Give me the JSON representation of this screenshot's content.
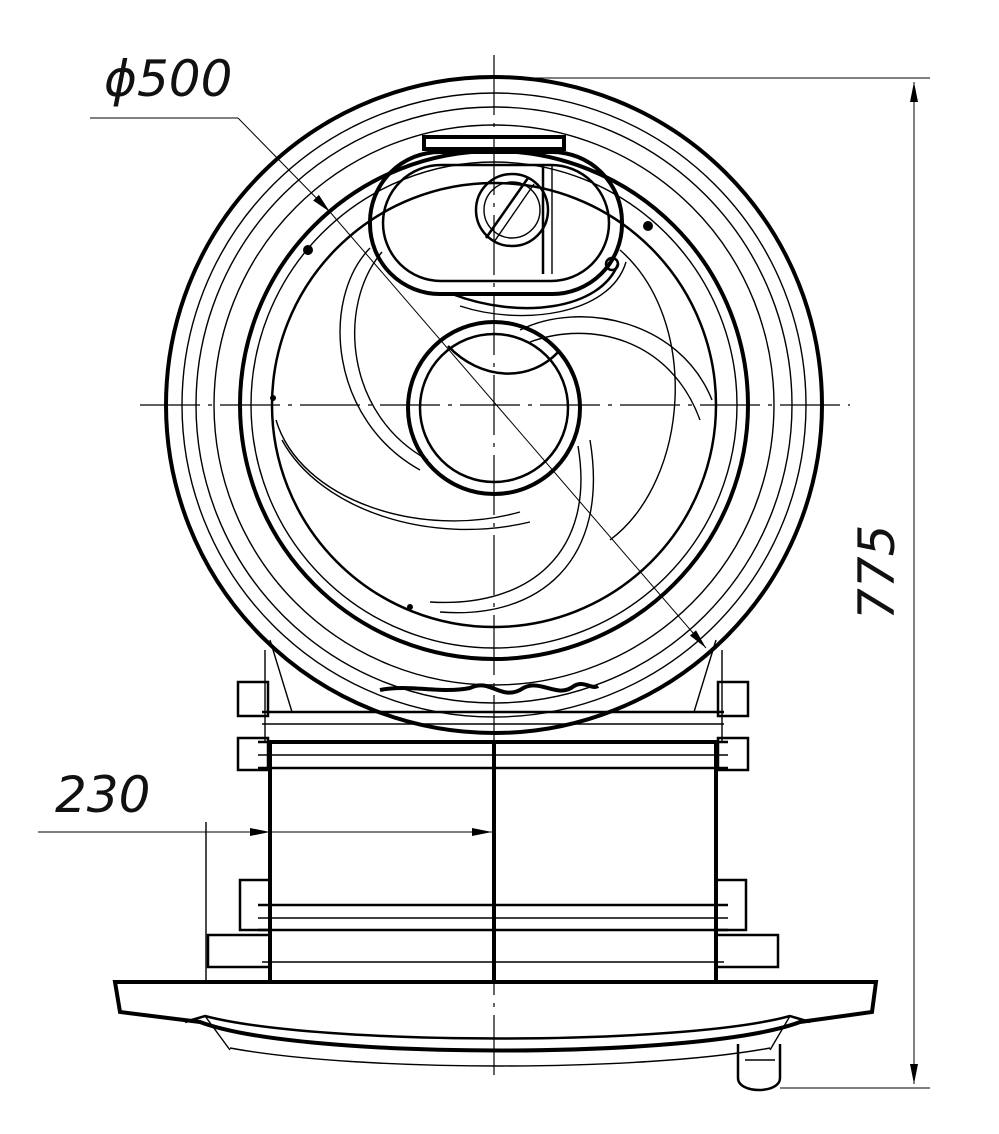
{
  "dimensions": {
    "diameter_label": "ϕ500",
    "width_label": "230",
    "height_label": "775"
  },
  "colors": {
    "line": "#000000",
    "background": "#ffffff"
  }
}
